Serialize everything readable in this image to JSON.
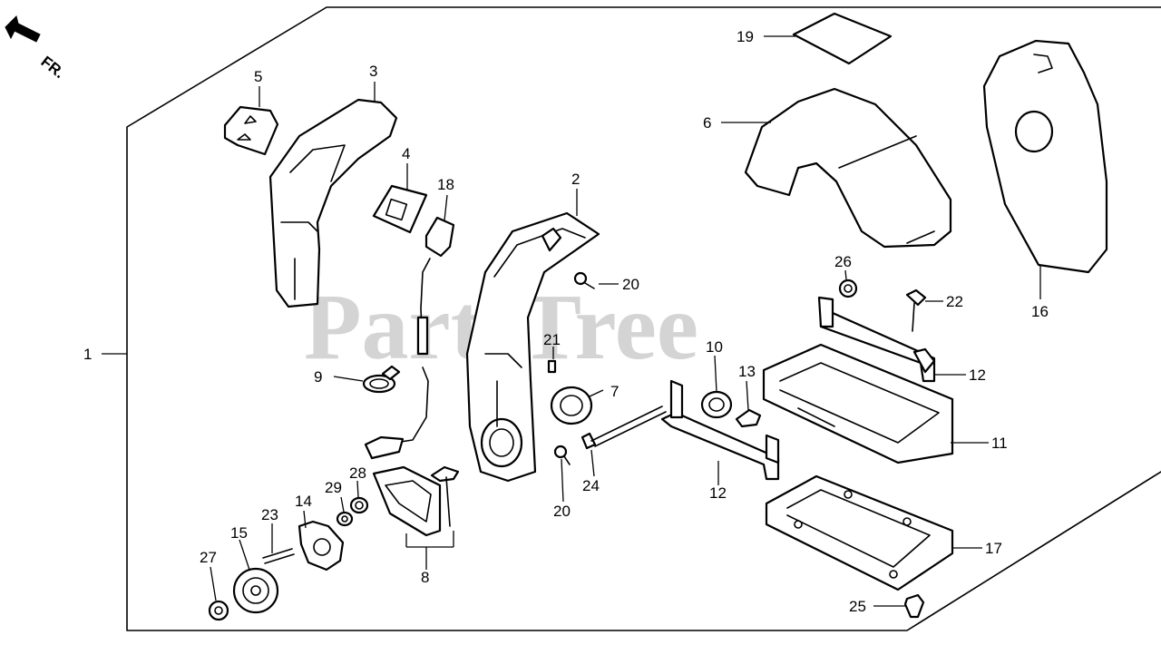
{
  "diagram": {
    "watermark": "PartsTree",
    "direction_label": "FR.",
    "callouts": {
      "c1": "1",
      "c2": "2",
      "c3": "3",
      "c4": "4",
      "c5": "5",
      "c6": "6",
      "c7": "7",
      "c8": "8",
      "c9": "9",
      "c10": "10",
      "c11": "11",
      "c12a": "12",
      "c12b": "12",
      "c13": "13",
      "c14": "14",
      "c15": "15",
      "c16": "16",
      "c17": "17",
      "c18": "18",
      "c19": "19",
      "c20a": "20",
      "c20b": "20",
      "c21": "21",
      "c22": "22",
      "c23": "23",
      "c24": "24",
      "c25": "25",
      "c26": "26",
      "c27": "27",
      "c28": "28",
      "c29": "29"
    }
  }
}
